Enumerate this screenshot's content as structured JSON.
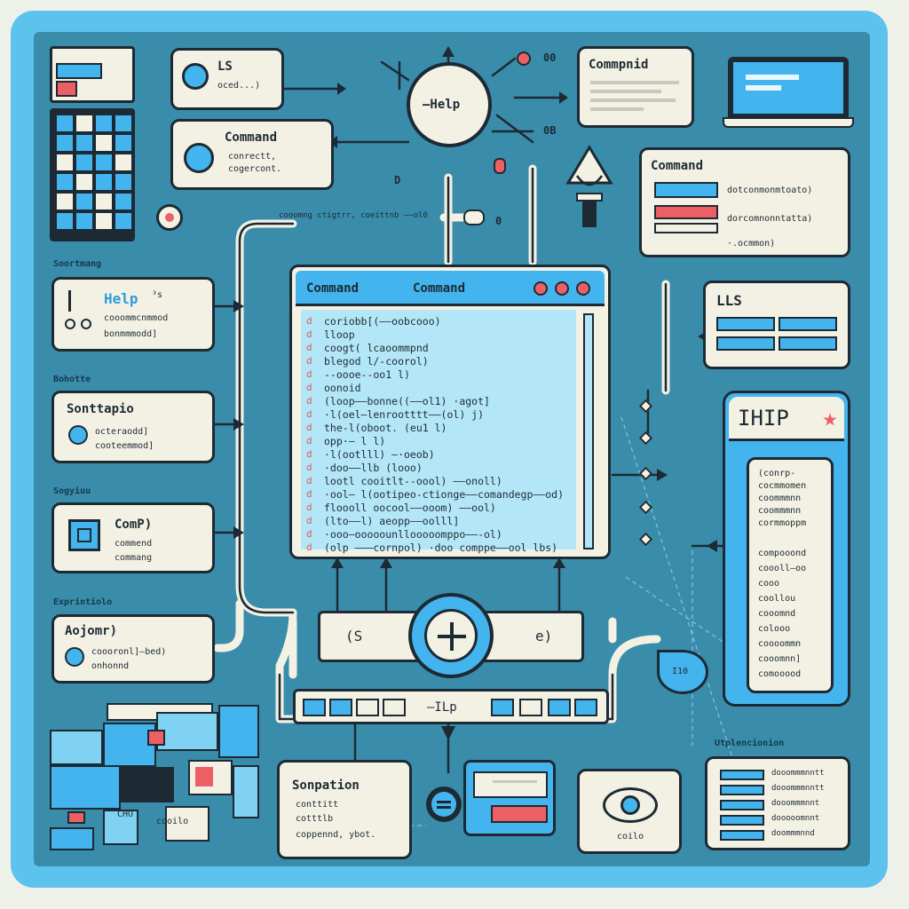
{
  "colors": {
    "frame": "#5cc3ee",
    "board": "#3a8cab",
    "card": "#f3f1e4",
    "ink": "#1d2a33",
    "accent_blue": "#44b4ee",
    "accent_red": "#ec6065"
  },
  "section_labels": {
    "s1": "Soortmang",
    "s2": "Bohotte",
    "s3": "Sogyiuu",
    "s4": "Exprintiolo",
    "s5": "Utplencionion"
  },
  "ls_card": {
    "title": "LS",
    "sub": "oced...)"
  },
  "command_card1": {
    "title": "Command",
    "lines": [
      "conrectt,",
      "cogercont."
    ]
  },
  "help_hub": {
    "label": "—Help",
    "label_b": "00",
    "label_c": "0B",
    "small": "D"
  },
  "command_notes": {
    "title": "Commpnid"
  },
  "command_list": {
    "title": "Command",
    "rows": [
      "dotconmonmtoato)",
      "dorcomnonntatta)",
      "·.ocmmon)"
    ]
  },
  "bridge_label": {
    "text": "cooomng ctigtrr, coeittnb ——ol0",
    "small": "0"
  },
  "help_card": {
    "title": "Help",
    "sup": "³s",
    "lines": [
      "cooommcnmmod",
      "bonmmmodd]"
    ]
  },
  "syntax_card": {
    "title": "Sonttapio",
    "lines": [
      "octeraodd]",
      "cooteemmod]"
    ]
  },
  "comp_card": {
    "title": "ComP)",
    "lines": [
      "commend",
      "commang"
    ]
  },
  "example_card": {
    "title": "Aojomr)",
    "lines": [
      "coooronl]—bed)",
      "onhonnd"
    ]
  },
  "terminal": {
    "title_a": "Command",
    "title_b": "Command",
    "marker": "d",
    "lines": [
      "coriobb[(——oobcooo)",
      "lloop",
      "coogt( lcaoommpnd",
      "blegod    l/-coorol)",
      "--oooe--oo1 l)",
      "    oonoid",
      "(loop——bonne((——ol1) ·agot]",
      "·l(oel—lenrootttt——(ol)  j)",
      "the-l(oboot.   (eu1   l)",
      "opp·—  l              l)",
      "  ·l(ootlll) —·oeob)",
      "·doo——llb (looo)",
      "lootl  cooitlt--oool)    ——onoll)",
      "·ool— l(ootipeo-ctionge——comandegp——od)",
      "floooll oocool——ooom) ——ool)",
      "(lto——l)    aeopp——oolll]",
      "  ·ooo—ooooounllooooomppo——-ol)",
      "(olp  ———cornpol)   ·doo comppe——ool lbs)"
    ]
  },
  "ls_right": {
    "title": "LLS"
  },
  "help_panel": {
    "title": "IHIP",
    "lines": [
      "(conrp-",
      "cocmmomen",
      "coommmnn",
      "coommmnn",
      "cormmoppm",
      "compooond",
      "coooll—oo",
      "cooo",
      "coollou",
      "cooomnd",
      "colooo",
      "coooommn",
      "cooomnn]",
      "comooood"
    ]
  },
  "mode_bar": {
    "left": "(S",
    "right": "e)"
  },
  "toggle_strip": {
    "label": "–ILp"
  },
  "drop_label": {
    "text": "I10"
  },
  "map_card": {
    "label_a": "CHO",
    "label_b": "cooilo"
  },
  "separation_card": {
    "title": "Sonpation",
    "lines": [
      "conttitt",
      "cotttlb",
      "coppennd, ybot."
    ]
  },
  "eye_card": {
    "label": "coilo"
  },
  "output_card": {
    "rows": [
      "dooommmnntt",
      "dooommmnntt",
      "dooommmnnt",
      "dooooomnnt",
      "doommmnnd"
    ]
  }
}
